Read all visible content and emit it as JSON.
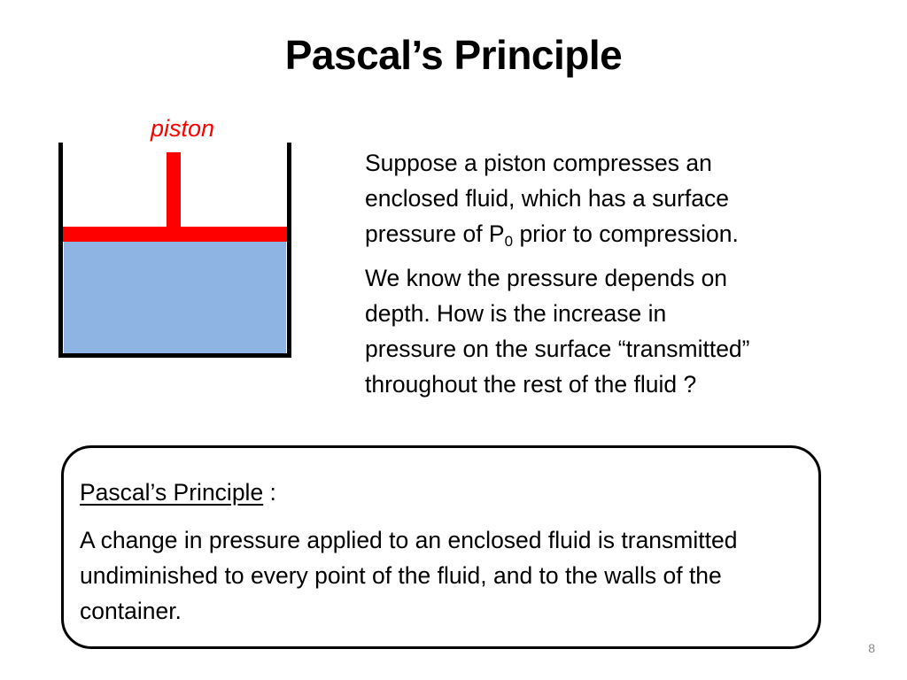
{
  "slide": {
    "title": "Pascal’s Principle",
    "number": "8"
  },
  "diagram": {
    "piston_label": "piston",
    "colors": {
      "piston": "#ff0000",
      "fluid": "#8eb4e3",
      "container": "#000000"
    }
  },
  "text": {
    "paragraph1": {
      "line1": "Suppose a piston compresses an",
      "line2": "enclosed fluid, which has a surface",
      "line3_before": "pressure of P",
      "line3_sub": "0",
      "line3_after": " prior to compression."
    },
    "paragraph2": {
      "line1": "We know the pressure depends on",
      "line2": "depth.  How is the increase in",
      "line3": "pressure on the surface “transmitted”",
      "line4": "throughout the rest of the fluid ?"
    }
  },
  "principle_box": {
    "heading": "Pascal’s Principle",
    "heading_suffix": " :",
    "body": "A change in pressure applied to an enclosed fluid is transmitted undiminished to every point of the fluid, and to the walls of the container."
  }
}
